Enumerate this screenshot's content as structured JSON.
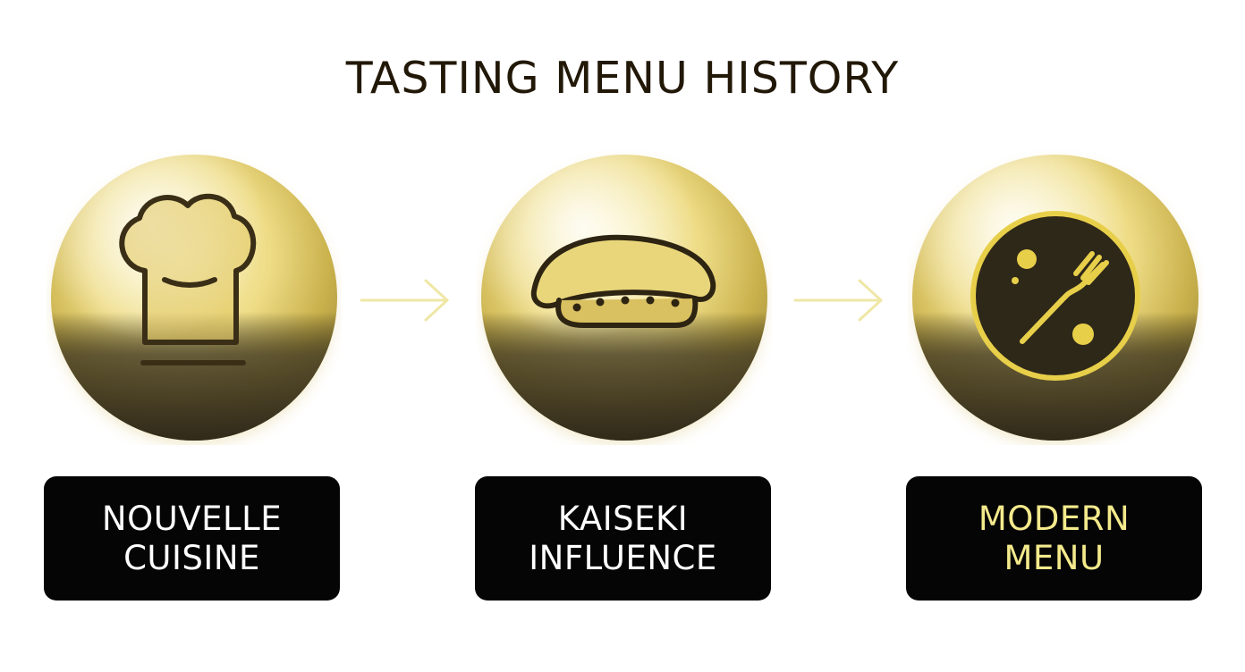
{
  "title": "TASTING MENU HISTORY",
  "colors": {
    "title": "#221808",
    "gold": "#e8cf4a",
    "dark": "#2b2418",
    "label_bg": "#050505",
    "label_text_white": "#ffffff",
    "label_text_gold": "#f4ea8c",
    "arrow": "#efe7a6"
  },
  "stages": [
    {
      "icon": "chef-hat-icon",
      "label_line1": "NOUVELLE",
      "label_line2": "CUISINE"
    },
    {
      "icon": "sushi-icon",
      "label_line1": "KAISEKI",
      "label_line2": "INFLUENCE"
    },
    {
      "icon": "plate-fork-icon",
      "label_line1": "MODERN",
      "label_line2": "MENU"
    }
  ]
}
